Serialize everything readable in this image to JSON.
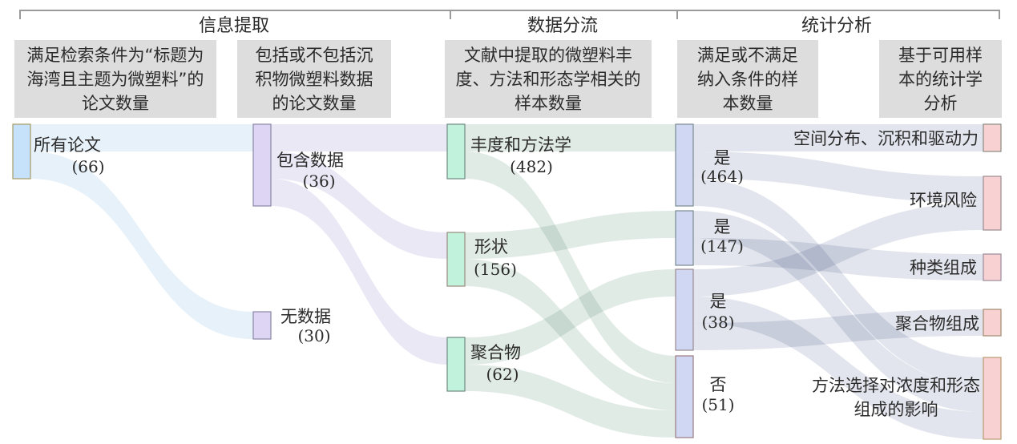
{
  "sections": [
    {
      "title": "信息提取"
    },
    {
      "title": "数据分流"
    },
    {
      "title": "统计分析"
    }
  ],
  "stage_headers": [
    {
      "text": "满足检索条件为“标题为海湾且主题为微塑料”的论文数量"
    },
    {
      "text": "包括或不包括沉积物微塑料数据的论文数量"
    },
    {
      "text": "文献中提取的微塑料丰度、方法和形态学相关的样本数量"
    },
    {
      "text": "满足或不满足纳入条件的样本数量"
    },
    {
      "text": "基于可用样本的统计学分析"
    }
  ],
  "chart_data": {
    "type": "sankey",
    "columns": 5,
    "nodes": [
      {
        "id": "all",
        "label": "所有论文",
        "count": "(66)",
        "column": 0,
        "color": "#c6e2fb",
        "border": "#a89b63"
      },
      {
        "id": "with",
        "label": "包含数据",
        "count": "(36)",
        "column": 1,
        "color": "#ddd5f3",
        "border": "#8a86a6"
      },
      {
        "id": "without",
        "label": "无数据",
        "count": "(30)",
        "column": 1,
        "color": "#ddd5f3",
        "border": "#8a86a6"
      },
      {
        "id": "abund",
        "label": "丰度和方法学",
        "count": "(482)",
        "column": 2,
        "color": "#c0f2dc",
        "border": "#6f8a82"
      },
      {
        "id": "shape",
        "label": "形状",
        "count": "(156)",
        "column": 2,
        "color": "#c0f2dc",
        "border": "#9a8a80"
      },
      {
        "id": "poly",
        "label": "聚合物",
        "count": "(62)",
        "column": 2,
        "color": "#c0f2dc",
        "border": "#6f8a82"
      },
      {
        "id": "yes464",
        "label": "是",
        "count": "(464)",
        "column": 3,
        "color": "#d0d7f3",
        "border": "#7a8a90"
      },
      {
        "id": "yes147",
        "label": "是",
        "count": "(147)",
        "column": 3,
        "color": "#d0d7f3",
        "border": "#7a8a90"
      },
      {
        "id": "yes38",
        "label": "是",
        "count": "(38)",
        "column": 3,
        "color": "#d0d7f3",
        "border": "#9a8a90"
      },
      {
        "id": "no51",
        "label": "否",
        "count": "(51)",
        "column": 3,
        "color": "#d0d7f3",
        "border": "#9a7a80"
      },
      {
        "id": "spatial",
        "label": "空间分布、沉积和驱动力",
        "count": "",
        "column": 4,
        "color": "#f8d2d2",
        "border": "#8a8a80"
      },
      {
        "id": "risk",
        "label": "环境风险",
        "count": "",
        "column": 4,
        "color": "#f8d2d2",
        "border": "#9a8a90"
      },
      {
        "id": "species",
        "label": "种类组成",
        "count": "",
        "column": 4,
        "color": "#f8d2d2",
        "border": "#9a8a9a"
      },
      {
        "id": "polycomp",
        "label": "聚合物组成",
        "count": "",
        "column": 4,
        "color": "#f8d2d2",
        "border": "#a08a70"
      },
      {
        "id": "method",
        "label": "方法选择对浓度和形态组成的影响",
        "count": "",
        "column": 4,
        "color": "#f8d2d2",
        "border": "#b89a70"
      }
    ],
    "links": [
      {
        "source": "all",
        "target": "with",
        "color": "#e2eef9"
      },
      {
        "source": "all",
        "target": "without",
        "color": "#e2eef9"
      },
      {
        "source": "with",
        "target": "abund",
        "color": "#e8e4f4"
      },
      {
        "source": "with",
        "target": "shape",
        "color": "#e8e4f4"
      },
      {
        "source": "with",
        "target": "poly",
        "color": "#e8e4f4"
      },
      {
        "source": "abund",
        "target": "yes464",
        "color": "#dce8e2"
      },
      {
        "source": "abund",
        "target": "no51",
        "color": "#dce8e2"
      },
      {
        "source": "shape",
        "target": "yes147",
        "color": "#dce8e2"
      },
      {
        "source": "shape",
        "target": "no51",
        "color": "#dce8e2"
      },
      {
        "source": "poly",
        "target": "yes38",
        "color": "#dce8e2"
      },
      {
        "source": "poly",
        "target": "no51",
        "color": "#dce8e2"
      },
      {
        "source": "yes464",
        "target": "spatial",
        "color": "#dde0ea"
      },
      {
        "source": "yes464",
        "target": "risk",
        "color": "#dde0ea"
      },
      {
        "source": "yes464",
        "target": "method",
        "color": "#dde0ea"
      },
      {
        "source": "yes147",
        "target": "method",
        "color": "#dde0ea"
      },
      {
        "source": "yes147",
        "target": "species",
        "color": "#dde0ea"
      },
      {
        "source": "yes38",
        "target": "risk",
        "color": "#dde0ea"
      },
      {
        "source": "yes38",
        "target": "method",
        "color": "#dde0ea"
      },
      {
        "source": "yes38",
        "target": "polycomp",
        "color": "#dde0ea"
      }
    ]
  }
}
